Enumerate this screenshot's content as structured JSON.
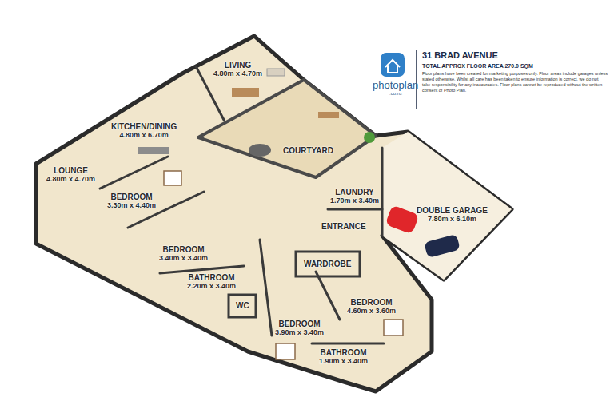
{
  "diagram": {
    "title": "31 BRAD AVENUE",
    "nodes": [
      {
        "text": [
          "LIVING",
          "4.80m x 4.70m"
        ]
      },
      {
        "text": [
          "KITCHEN/DINING",
          "4.80m x 6.70m"
        ]
      },
      {
        "text": [
          "COURTYARD"
        ]
      },
      {
        "text": [
          "LOUNGE",
          "4.80m x 4.70m"
        ]
      },
      {
        "text": [
          "BEDROOM",
          "3.30m x 4.40m"
        ]
      },
      {
        "text": [
          "LAUNDRY",
          "1.70m x 3.40m"
        ]
      },
      {
        "text": [
          "DOUBLE GARAGE",
          "7.80m x 6.10m"
        ]
      },
      {
        "text": [
          "ENTRANCE"
        ]
      },
      {
        "text": [
          "BEDROOM",
          "3.40m x 3.40m"
        ]
      },
      {
        "text": [
          "BATHROOM",
          "2.20m x 3.40m"
        ]
      },
      {
        "text": [
          "WARDROBE"
        ]
      },
      {
        "text": [
          "BEDROOM",
          "4.60m x 3.60m"
        ]
      },
      {
        "text": [
          "WC"
        ]
      },
      {
        "text": [
          "BEDROOM",
          "3.90m x 3.40m"
        ]
      },
      {
        "text": [
          "BATHROOM",
          "1.90m x 3.40m"
        ]
      }
    ],
    "labels": [
      "TOTAL APPROX FLOOR AREA 270.0 SQM",
      "Floor plans have been created for marketing purposes only. Floor areas include garages unless stated otherwise. Whilst all care has been taken to ensure information is correct, we do not take responsibility for any inaccuracies. Floor plans cannot be reproduced without the written consent of Photo Plan.",
      "photoplan",
      ".co.nz"
    ]
  }
}
